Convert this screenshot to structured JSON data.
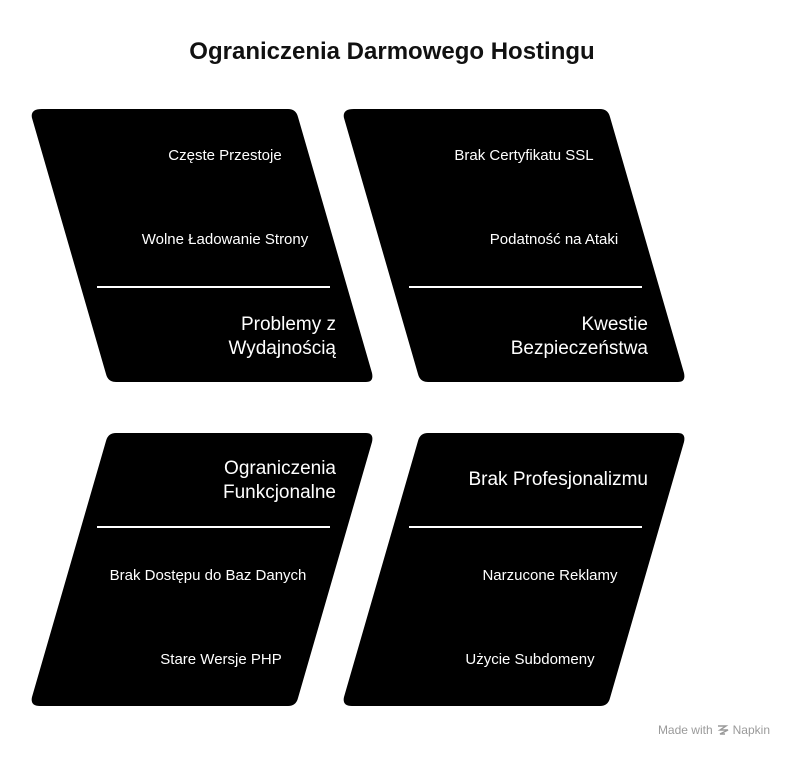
{
  "title": "Ograniczenia Darmowego Hostingu",
  "quadrants": [
    {
      "category": [
        "Problemy z",
        "Wydajnością"
      ],
      "items": [
        "Częste Przestoje",
        "Wolne Ładowanie Strony"
      ]
    },
    {
      "category": [
        "Kwestie",
        "Bezpieczeństwa"
      ],
      "items": [
        "Brak Certyfikatu SSL",
        "Podatność na Ataki"
      ]
    },
    {
      "category": [
        "Ograniczenia",
        "Funkcjonalne"
      ],
      "items": [
        "Brak Dostępu do Baz Danych",
        "Stare Wersje PHP"
      ]
    },
    {
      "category": [
        "Brak Profesjonalizmu"
      ],
      "items": [
        "Narzucone Reklamy",
        "Użycie Subdomeny"
      ]
    }
  ],
  "footer": {
    "made_with": "Made with",
    "brand": "Napkin",
    "brand_icon": "napkin-logo-icon"
  },
  "colors": {
    "shape_fill": "#000000",
    "text": "#ffffff",
    "divider": "#ffffff",
    "footer_text": "#9a9a9a"
  }
}
